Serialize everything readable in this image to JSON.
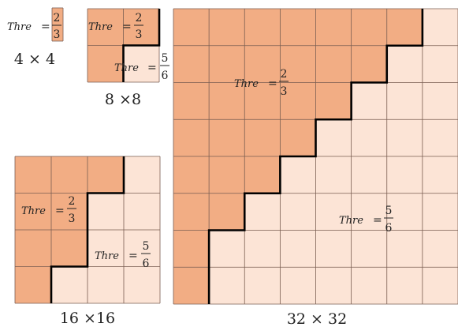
{
  "colors": {
    "dark_cell": "#F2AD84",
    "light_cell": "#FCE4D6",
    "grid_line": "#7A5E52",
    "staircase": "#000000"
  },
  "panels": [
    {
      "name": "panel-4x4",
      "caption": "4 × 4",
      "grid": 1,
      "stair_steps": [],
      "regions": [
        {
          "name": "upper",
          "prefix": "Thre",
          "eq": "=",
          "num": "2",
          "den": "3"
        }
      ]
    },
    {
      "name": "panel-8x8",
      "caption": "8 ×8",
      "grid": 2,
      "stair_steps": [
        2,
        1
      ],
      "regions": [
        {
          "name": "upper",
          "prefix": "Thre",
          "eq": "=",
          "num": "2",
          "den": "3"
        },
        {
          "name": "lower",
          "prefix": "Thre",
          "eq": "=",
          "num": "5",
          "den": "6"
        }
      ]
    },
    {
      "name": "panel-16x16",
      "caption": "16 ×16",
      "grid": 4,
      "stair_steps": [
        3,
        2,
        2,
        1
      ],
      "regions": [
        {
          "name": "upper",
          "prefix": "Thre",
          "eq": "=",
          "num": "2",
          "den": "3"
        },
        {
          "name": "lower",
          "prefix": "Thre",
          "eq": "=",
          "num": "5",
          "den": "6"
        }
      ]
    },
    {
      "name": "panel-32x32",
      "caption": "32 × 32",
      "grid": 8,
      "stair_steps": [
        7,
        6,
        5,
        4,
        3,
        2,
        1,
        1
      ],
      "regions": [
        {
          "name": "upper",
          "prefix": "Thre",
          "eq": "=",
          "num": "2",
          "den": "3"
        },
        {
          "name": "lower",
          "prefix": "Thre",
          "eq": "=",
          "num": "5",
          "den": "6"
        }
      ]
    }
  ]
}
